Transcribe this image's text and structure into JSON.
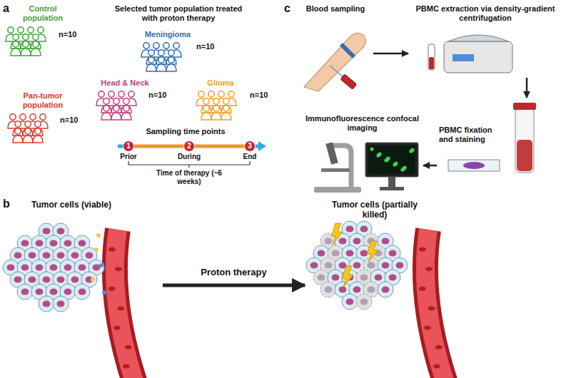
{
  "diagram": {
    "nodes": [
      {
        "text": [
          "Control population",
          "n=10"
        ]
      },
      {
        "text": [
          "Pan-tumor population",
          "n=10"
        ]
      },
      {
        "text": [
          "Meningioma",
          "n=10"
        ]
      },
      {
        "text": [
          "Head & Neck",
          "n=10"
        ]
      },
      {
        "text": [
          "Glioma",
          "n=10"
        ]
      },
      {
        "text": [
          "Blood sampling"
        ]
      },
      {
        "text": [
          "PBMC extraction via density-gradient centrifugation"
        ]
      },
      {
        "text": [
          "PBMC fixation and staining"
        ]
      },
      {
        "text": [
          "Immunofluorescence confocal imaging"
        ]
      },
      {
        "text": [
          "Tumor cells (viable)"
        ]
      },
      {
        "text": [
          "Tumor cells (partially killed)"
        ]
      }
    ],
    "edges": [
      {
        "from": 5,
        "to": 6,
        "arrow": "to"
      },
      {
        "from": 6,
        "to": 7,
        "arrow": "to"
      },
      {
        "from": 7,
        "to": 8,
        "arrow": "to"
      },
      {
        "from": 9,
        "to": 10,
        "label": "Proton therapy",
        "arrow": "to"
      }
    ],
    "labels": [
      "a",
      "Selected tumor population treated with proton therapy",
      "Sampling time points",
      "1",
      "2",
      "3",
      "Prior",
      "During",
      "End",
      "Time of therapy (~6 weeks)",
      "c",
      "b"
    ]
  }
}
